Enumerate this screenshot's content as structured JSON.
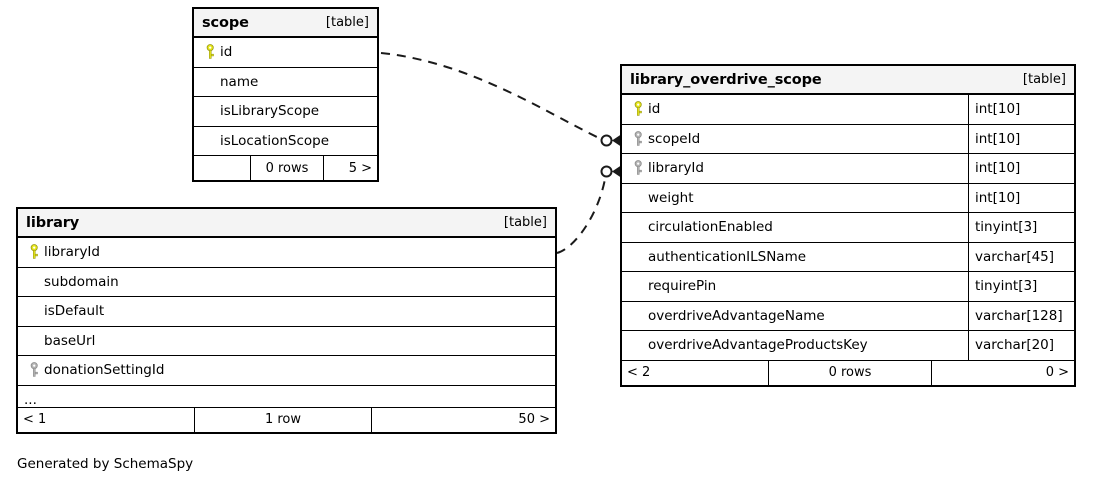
{
  "diagram": {
    "generator_note": "Generated by SchemaSpy",
    "kind_label": "[table]",
    "pk_icon": "yellow-key-icon",
    "fk_icon": "grey-key-icon"
  },
  "tables": {
    "scope": {
      "name": "scope",
      "kind": "[table]",
      "columns": [
        {
          "name": "id",
          "key": "primary"
        },
        {
          "name": "name",
          "key": "none"
        },
        {
          "name": "isLibraryScope",
          "key": "none"
        },
        {
          "name": "isLocationScope",
          "key": "none"
        }
      ],
      "footer": {
        "left": "",
        "middle": "0 rows",
        "right": "5 >"
      }
    },
    "library": {
      "name": "library",
      "kind": "[table]",
      "columns": [
        {
          "name": "libraryId",
          "key": "primary"
        },
        {
          "name": "subdomain",
          "key": "none"
        },
        {
          "name": "isDefault",
          "key": "none"
        },
        {
          "name": "baseUrl",
          "key": "none"
        },
        {
          "name": "donationSettingId",
          "key": "foreign"
        }
      ],
      "truncation": "...",
      "footer": {
        "left": "< 1",
        "middle": "1 row",
        "right": "50 >"
      }
    },
    "library_overdrive_scope": {
      "name": "library_overdrive_scope",
      "kind": "[table]",
      "columns": [
        {
          "name": "id",
          "key": "primary",
          "type": "int[10]"
        },
        {
          "name": "scopeId",
          "key": "foreign",
          "type": "int[10]"
        },
        {
          "name": "libraryId",
          "key": "foreign",
          "type": "int[10]"
        },
        {
          "name": "weight",
          "key": "none",
          "type": "int[10]"
        },
        {
          "name": "circulationEnabled",
          "key": "none",
          "type": "tinyint[3]"
        },
        {
          "name": "authenticationILSName",
          "key": "none",
          "type": "varchar[45]"
        },
        {
          "name": "requirePin",
          "key": "none",
          "type": "tinyint[3]"
        },
        {
          "name": "overdriveAdvantageName",
          "key": "none",
          "type": "varchar[128]"
        },
        {
          "name": "overdriveAdvantageProductsKey",
          "key": "none",
          "type": "varchar[20]"
        }
      ],
      "footer": {
        "left": "< 2",
        "middle": "0 rows",
        "right": "0 >"
      }
    }
  },
  "relationships": [
    {
      "from_table": "scope",
      "from_column": "id",
      "to_table": "library_overdrive_scope",
      "to_column": "scopeId"
    },
    {
      "from_table": "library",
      "from_column": "libraryId",
      "to_table": "library_overdrive_scope",
      "to_column": "libraryId"
    }
  ],
  "colors": {
    "pk_key": "#e8e81c",
    "fk_key": "#a8a8a8",
    "header_bg": "#f4f4f4",
    "border": "#000000",
    "background": "#ffffff"
  }
}
